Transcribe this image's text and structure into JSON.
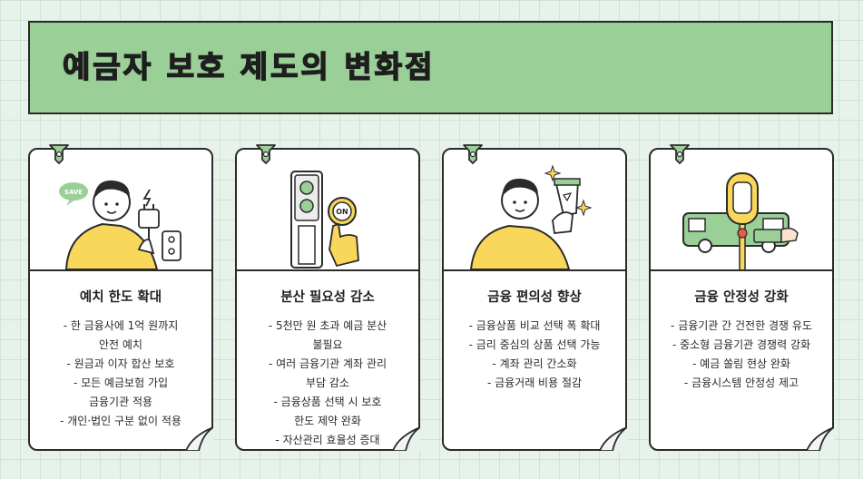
{
  "title": "예금자 보호 제도의 변화점",
  "cards": [
    {
      "heading": "예치 한도 확대",
      "badge": "SAVE",
      "bullets": [
        "- 한 금융사에 1억 원까지",
        "안전 예치",
        "- 원금과 이자 합산 보호",
        "- 모든 예금보험 가입",
        "금융기관 적용",
        "- 개인·법인 구분 없이 적용"
      ]
    },
    {
      "heading": "분산 필요성 감소",
      "button_text": "ON",
      "bullets": [
        "- 5천만 원 초과 예금 분산",
        "불필요",
        "- 여러 금융기관 계좌 관리",
        "부담 감소",
        "- 금융상품 선택 시 보호",
        "한도 제약 완화",
        "- 자산관리 효율성 증대"
      ]
    },
    {
      "heading": "금융 편의성 향상",
      "bullets": [
        "- 금융상품 비교 선택 폭 확대",
        "- 금리 중심의 상품 선택 가능",
        "- 계좌 관리 간소화",
        "- 금융거래 비용 절감"
      ]
    },
    {
      "heading": "금융 안정성 강화",
      "bullets": [
        "- 금융기관 간 건전한 경쟁 유도",
        "- 중소형 금융기관 경쟁력 강화",
        "- 예금 쏠림 현상 완화",
        "- 금융시스템 안정성 제고"
      ]
    }
  ],
  "colors": {
    "green": "#9bcf98",
    "yellow": "#f8d75a",
    "outline": "#2b2b2b"
  }
}
